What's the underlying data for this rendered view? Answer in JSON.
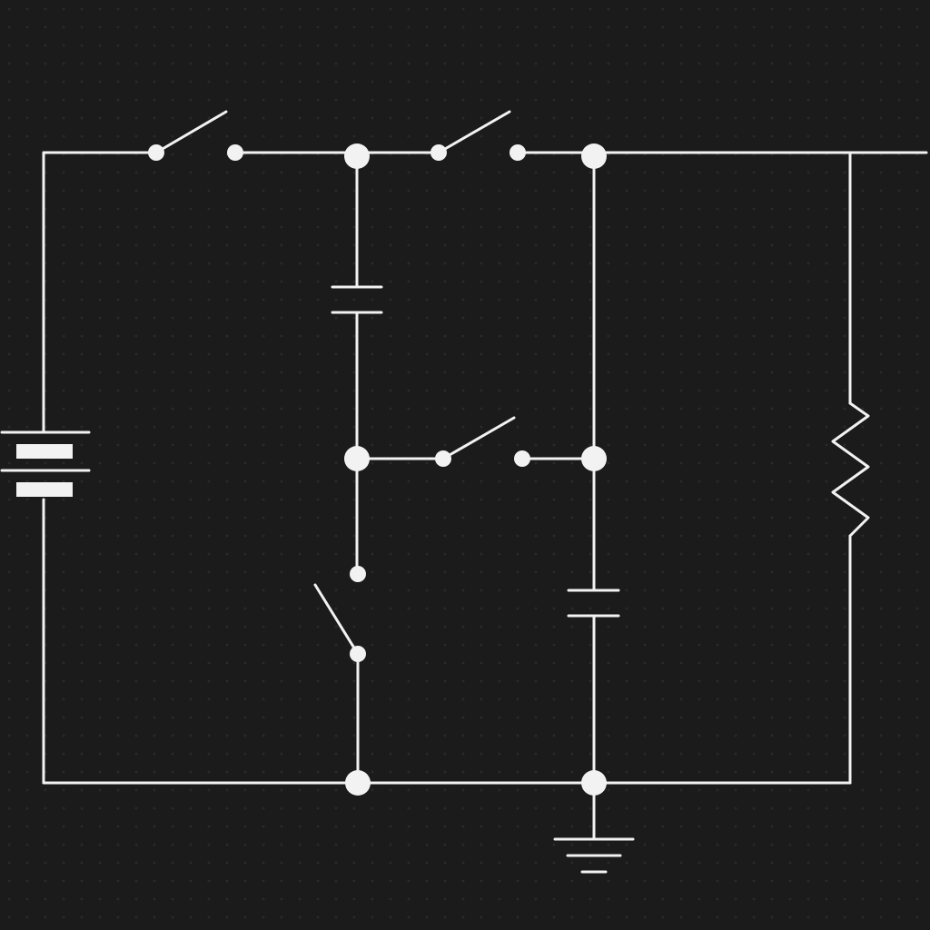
{
  "colors": {
    "background": "#1b1b1c",
    "wire": "#f2f2f2",
    "grid_dot": "#2a2a2b"
  },
  "diagram": {
    "type": "circuit-schematic",
    "components": [
      {
        "id": "battery",
        "kind": "battery"
      },
      {
        "id": "switch-top-left",
        "kind": "switch",
        "state": "open"
      },
      {
        "id": "switch-top-right",
        "kind": "switch",
        "state": "open"
      },
      {
        "id": "switch-middle",
        "kind": "switch",
        "state": "open"
      },
      {
        "id": "switch-lower-left",
        "kind": "switch",
        "state": "open"
      },
      {
        "id": "capacitor-left",
        "kind": "capacitor"
      },
      {
        "id": "capacitor-right",
        "kind": "capacitor"
      },
      {
        "id": "resistor",
        "kind": "resistor"
      },
      {
        "id": "ground",
        "kind": "ground"
      }
    ],
    "junction_count": 6
  }
}
